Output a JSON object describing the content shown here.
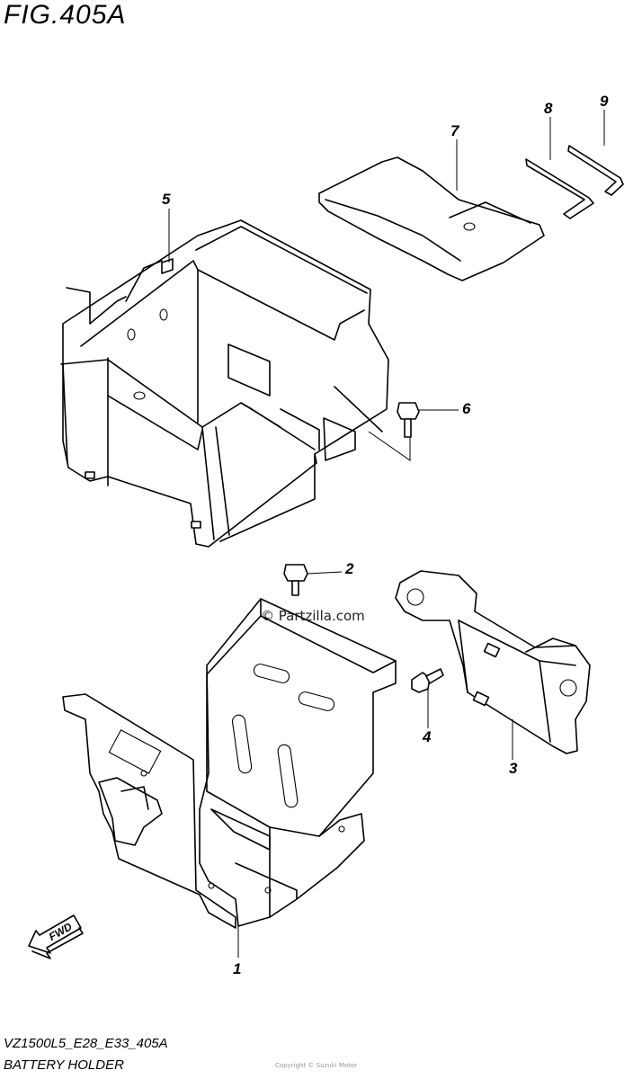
{
  "figure": {
    "title": "FIG.405A",
    "watermark": "© Partzilla.com",
    "model_code": "VZ1500L5_E28_E33_405A",
    "caption": "BATTERY HOLDER",
    "fwd_label": "FWD",
    "small_print": "Copyright © Suzuki Motor"
  },
  "callouts": {
    "c1": "1",
    "c2": "2",
    "c3": "3",
    "c4": "4",
    "c5": "5",
    "c6": "6",
    "c7": "7",
    "c8": "8",
    "c9": "9"
  },
  "parts": [
    {
      "ref": "1",
      "name": "battery-holder-bracket"
    },
    {
      "ref": "2",
      "name": "bolt"
    },
    {
      "ref": "3",
      "name": "side-bracket"
    },
    {
      "ref": "4",
      "name": "bolt"
    },
    {
      "ref": "5",
      "name": "clip"
    },
    {
      "ref": "6",
      "name": "bolt"
    },
    {
      "ref": "7",
      "name": "battery-pad"
    },
    {
      "ref": "8",
      "name": "hex-wrench"
    },
    {
      "ref": "9",
      "name": "hex-wrench"
    }
  ]
}
